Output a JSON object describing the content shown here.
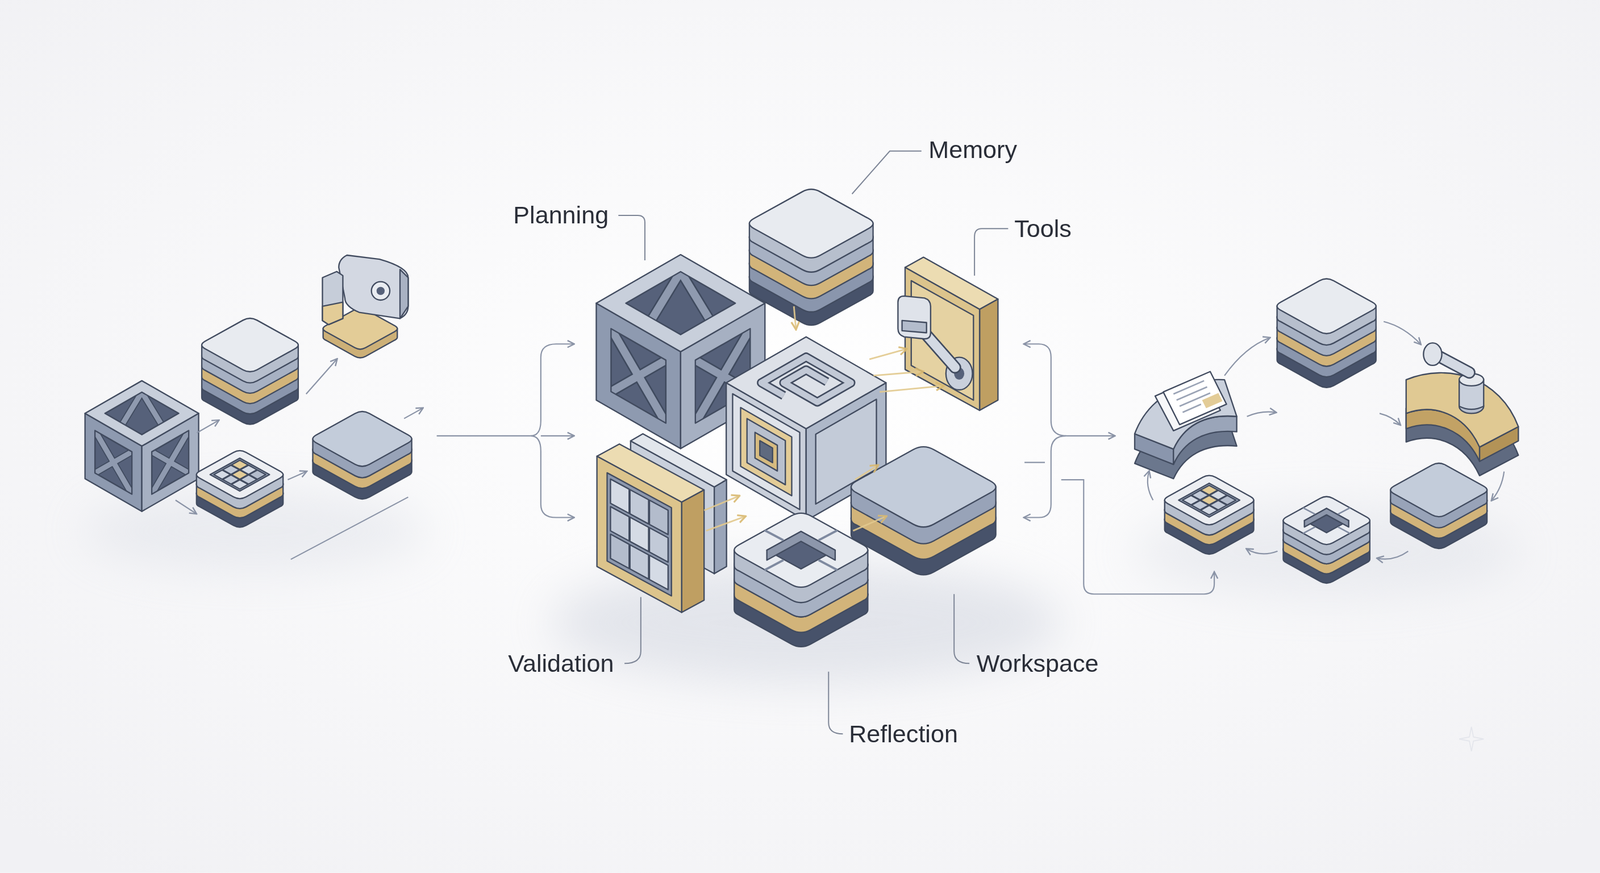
{
  "diagram": {
    "labels": [
      "Memory",
      "Planning",
      "Tools",
      "Validation",
      "Workspace",
      "Reflection"
    ]
  }
}
